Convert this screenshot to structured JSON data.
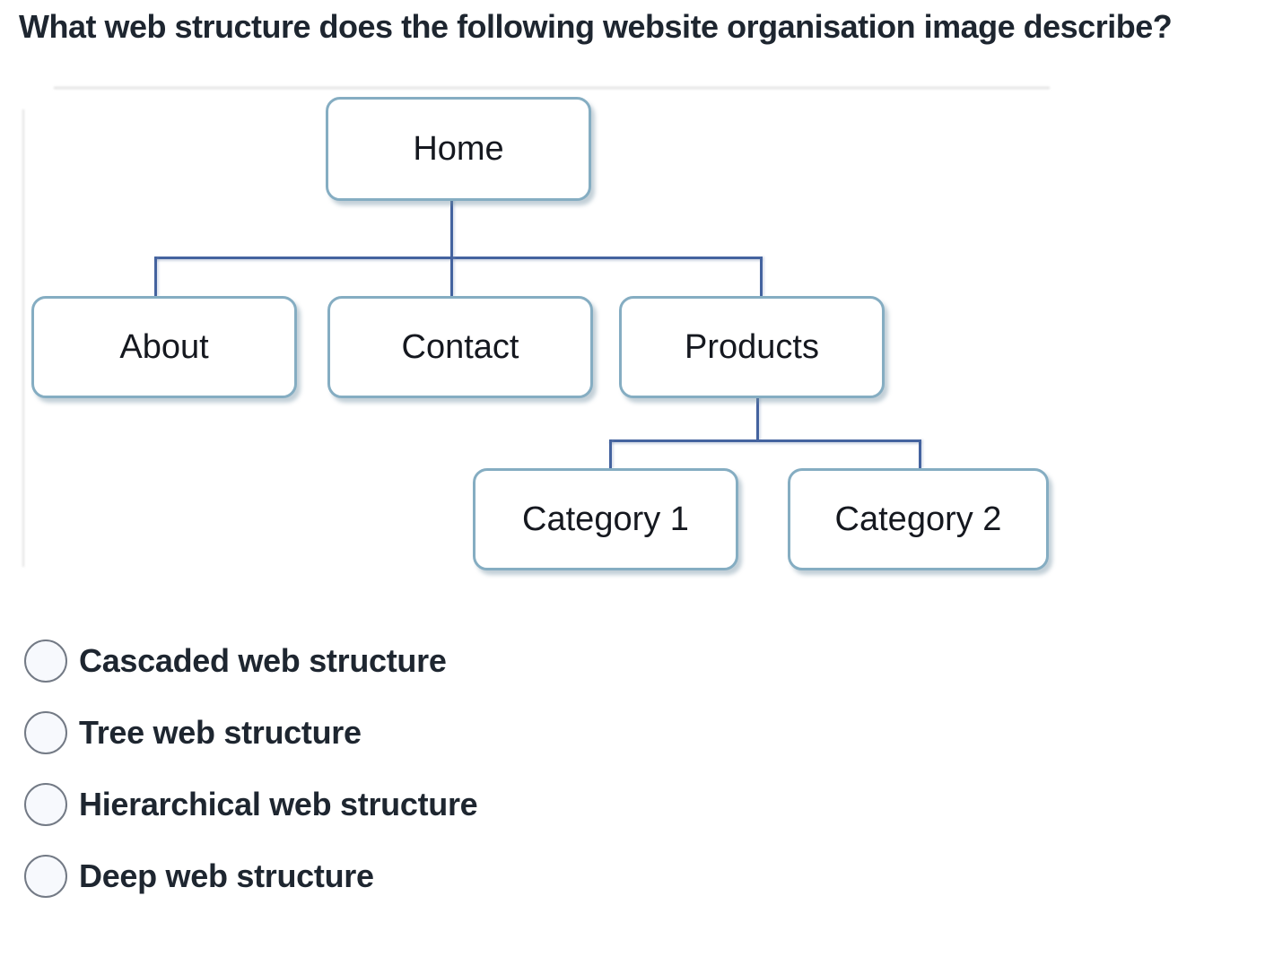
{
  "question": "What web structure does the following website organisation image describe?",
  "diagram": {
    "nodes": [
      {
        "id": "home",
        "label": "Home"
      },
      {
        "id": "about",
        "label": "About"
      },
      {
        "id": "contact",
        "label": "Contact"
      },
      {
        "id": "products",
        "label": "Products"
      },
      {
        "id": "category1",
        "label": "Category 1"
      },
      {
        "id": "category2",
        "label": "Category 2"
      }
    ],
    "edges": [
      [
        "Home",
        "About"
      ],
      [
        "Home",
        "Contact"
      ],
      [
        "Home",
        "Products"
      ],
      [
        "Products",
        "Category 1"
      ],
      [
        "Products",
        "Category 2"
      ]
    ]
  },
  "options": [
    {
      "label": "Cascaded web structure",
      "selected": false
    },
    {
      "label": "Tree web structure",
      "selected": false
    },
    {
      "label": "Hierarchical web structure",
      "selected": false
    },
    {
      "label": "Deep web structure",
      "selected": false
    }
  ],
  "colors": {
    "box_border": "#85adc2",
    "connector": "#44639f",
    "text_dark": "#1e2630",
    "radio_border": "#737a85",
    "radio_fill": "#f7f9fd"
  }
}
